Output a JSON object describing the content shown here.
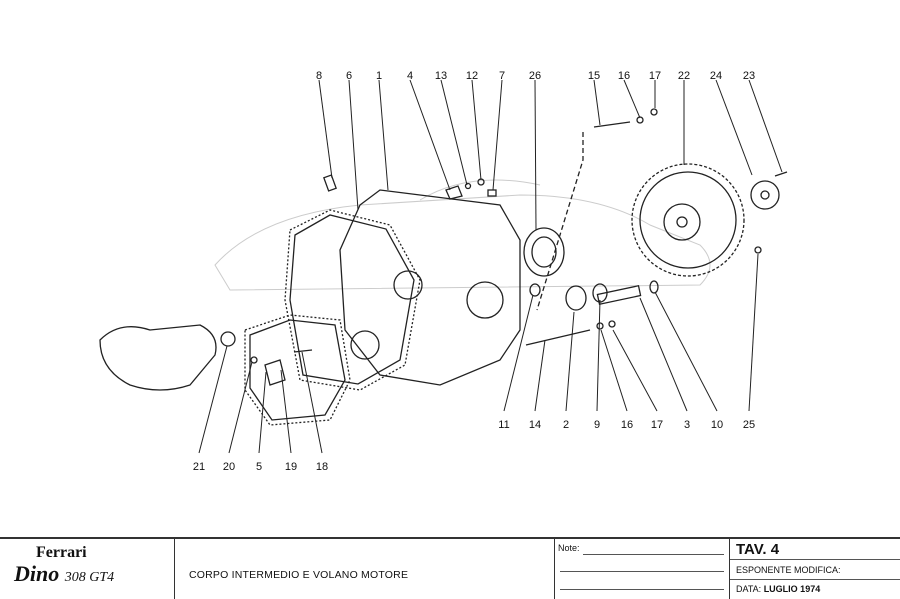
{
  "callouts_top": [
    "8",
    "6",
    "1",
    "4",
    "13",
    "12",
    "7",
    "26",
    "15",
    "16",
    "17",
    "22",
    "24",
    "23"
  ],
  "callouts_bottom_right": [
    "11",
    "14",
    "2",
    "9",
    "16",
    "17",
    "3",
    "10",
    "25"
  ],
  "callouts_bottom_left": [
    "21",
    "20",
    "5",
    "19",
    "18"
  ],
  "title_block": {
    "brand": "Ferrari",
    "model": "Dino",
    "model_suffix": "308 GT4",
    "title": "CORPO INTERMEDIO E VOLANO MOTORE",
    "note_label": "Note:",
    "table_label": "TAV. 4",
    "modification_label": "ESPONENTE MODIFICA:",
    "date_label": "DATA:",
    "date_value": "LUGLIO 1974"
  }
}
